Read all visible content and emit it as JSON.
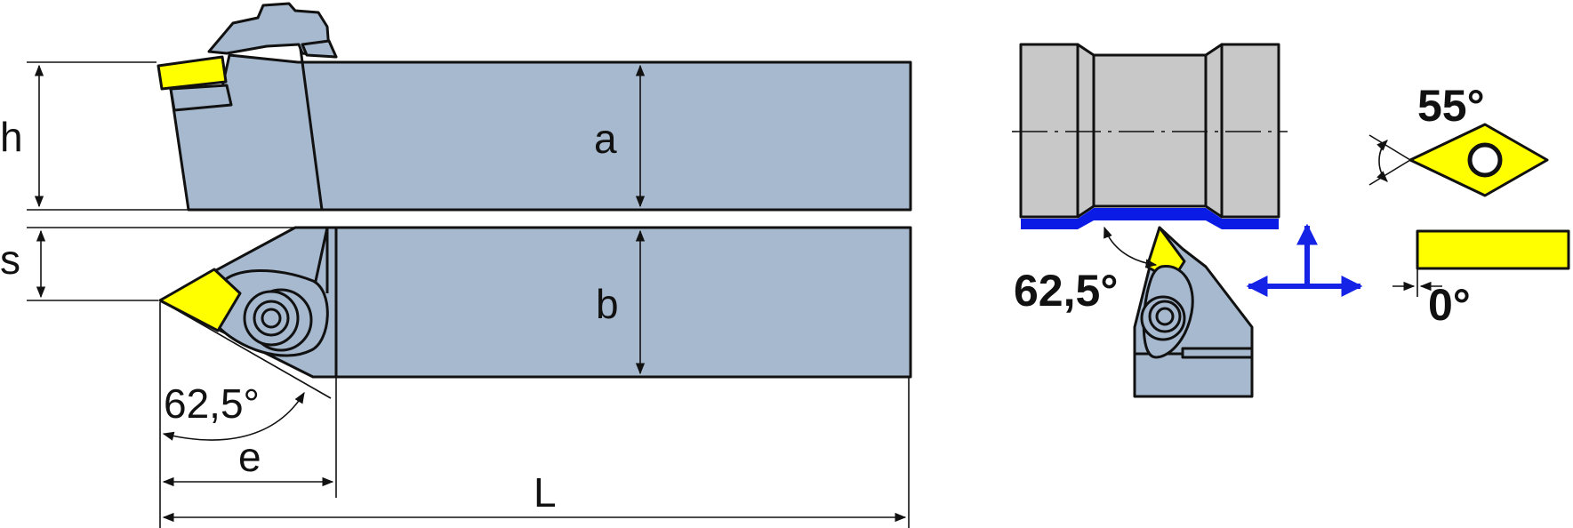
{
  "labels": {
    "h": "h",
    "s": "s",
    "a": "a",
    "b": "b",
    "e": "e",
    "L": "L",
    "side_angle": "62,5°",
    "app_angle": "62,5°",
    "insert_angle": "55°",
    "clearance_angle": "0°"
  },
  "colors": {
    "holder": "#a7b9cf",
    "insert": "#ffff00",
    "workpiece": "#c8c8c8",
    "cut_surface": "#0a1be6",
    "feed_arrows": "#1423e6",
    "outline": "#111111"
  }
}
